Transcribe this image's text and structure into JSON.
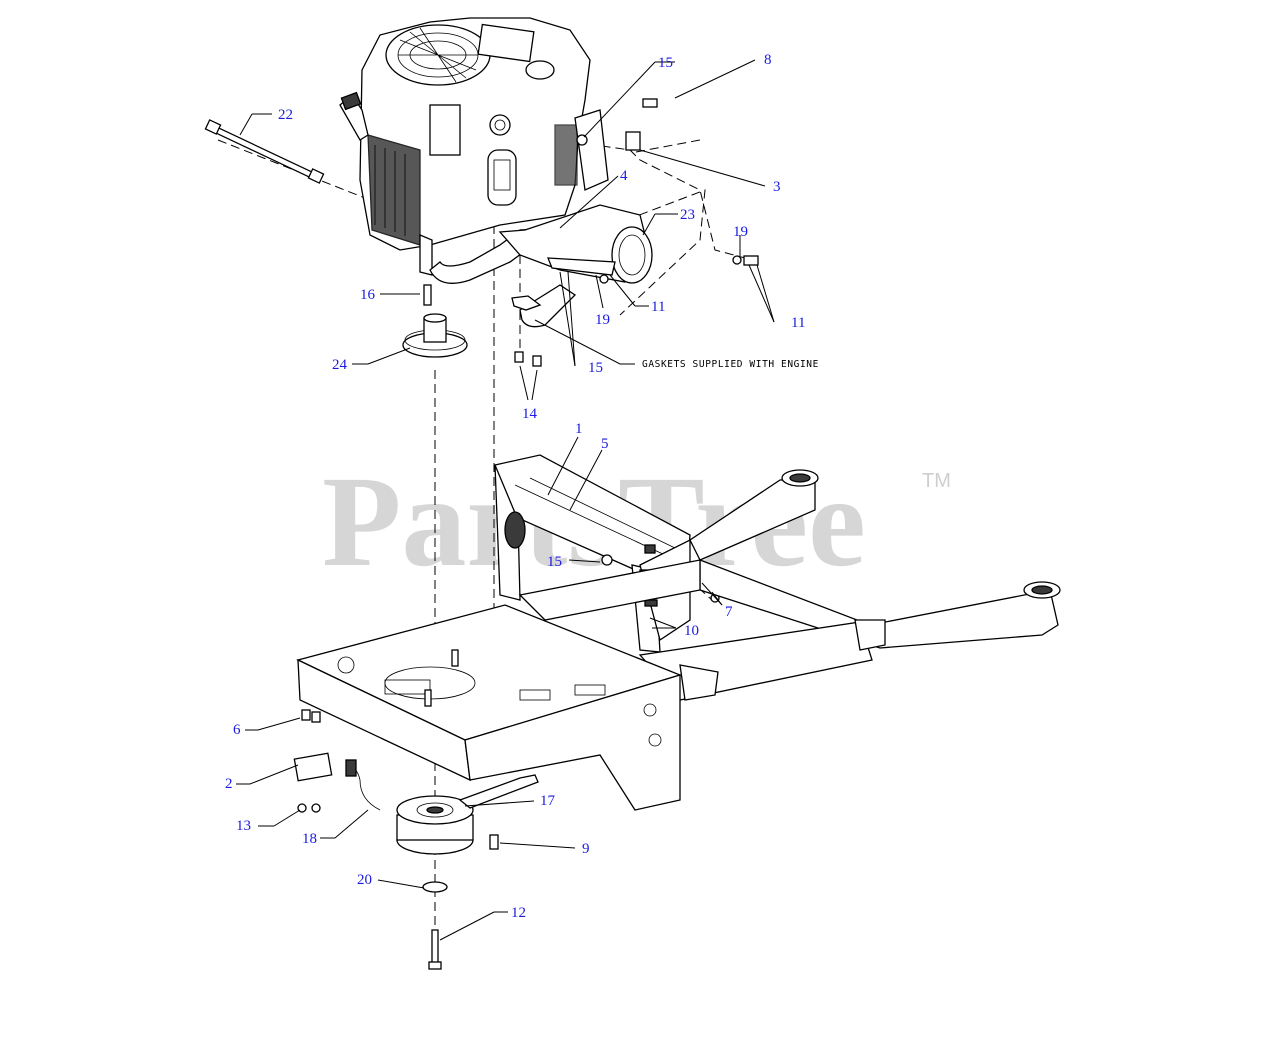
{
  "watermark": {
    "text": "PartsTree",
    "trademark": "TM"
  },
  "note": "GASKETS SUPPLIED WITH ENGINE",
  "callouts": {
    "c22": "22",
    "c15a": "15",
    "c8": "8",
    "c3": "3",
    "c4": "4",
    "c23": "23",
    "c19a": "19",
    "c11a": "11",
    "c19b": "19",
    "c11b": "11",
    "c16": "16",
    "c24": "24",
    "c15b": "15",
    "c14": "14",
    "c1": "1",
    "c5": "5",
    "c15c": "15",
    "c7": "7",
    "c10": "10",
    "c6": "6",
    "c2": "2",
    "c13": "13",
    "c18": "18",
    "c17": "17",
    "c9": "9",
    "c20": "20",
    "c12": "12"
  }
}
